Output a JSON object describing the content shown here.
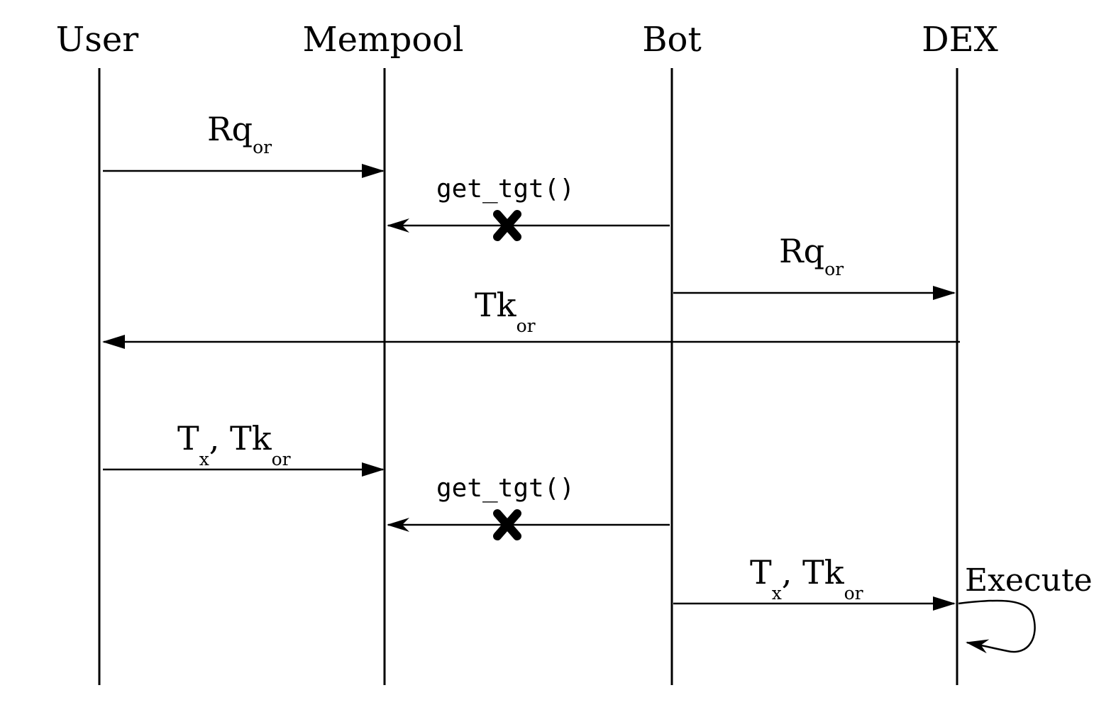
{
  "participants": [
    "User",
    "Mempool",
    "Bot",
    "DEX"
  ],
  "messages": [
    {
      "from": "User",
      "to": "Mempool",
      "label": "Rq",
      "sub": "or",
      "blocked": false
    },
    {
      "from": "Bot",
      "to": "Mempool",
      "label": "get_tgt()",
      "monospace": true,
      "blocked": true
    },
    {
      "from": "Bot",
      "to": "DEX",
      "label": "Rq",
      "sub": "or",
      "blocked": false
    },
    {
      "from": "DEX",
      "to": "User",
      "label": "Tk",
      "sub": "or",
      "blocked": false
    },
    {
      "from": "User",
      "to": "Mempool",
      "label_parts": [
        [
          "T",
          "x"
        ],
        [
          ", Tk",
          "or"
        ]
      ],
      "blocked": false
    },
    {
      "from": "Bot",
      "to": "Mempool",
      "label": "get_tgt()",
      "monospace": true,
      "blocked": true
    },
    {
      "from": "Bot",
      "to": "DEX",
      "label_parts": [
        [
          "T",
          "x"
        ],
        [
          ", Tk",
          "or"
        ]
      ],
      "blocked": false
    },
    {
      "from": "DEX",
      "to": "DEX",
      "label": "Execute",
      "self": true
    }
  ]
}
